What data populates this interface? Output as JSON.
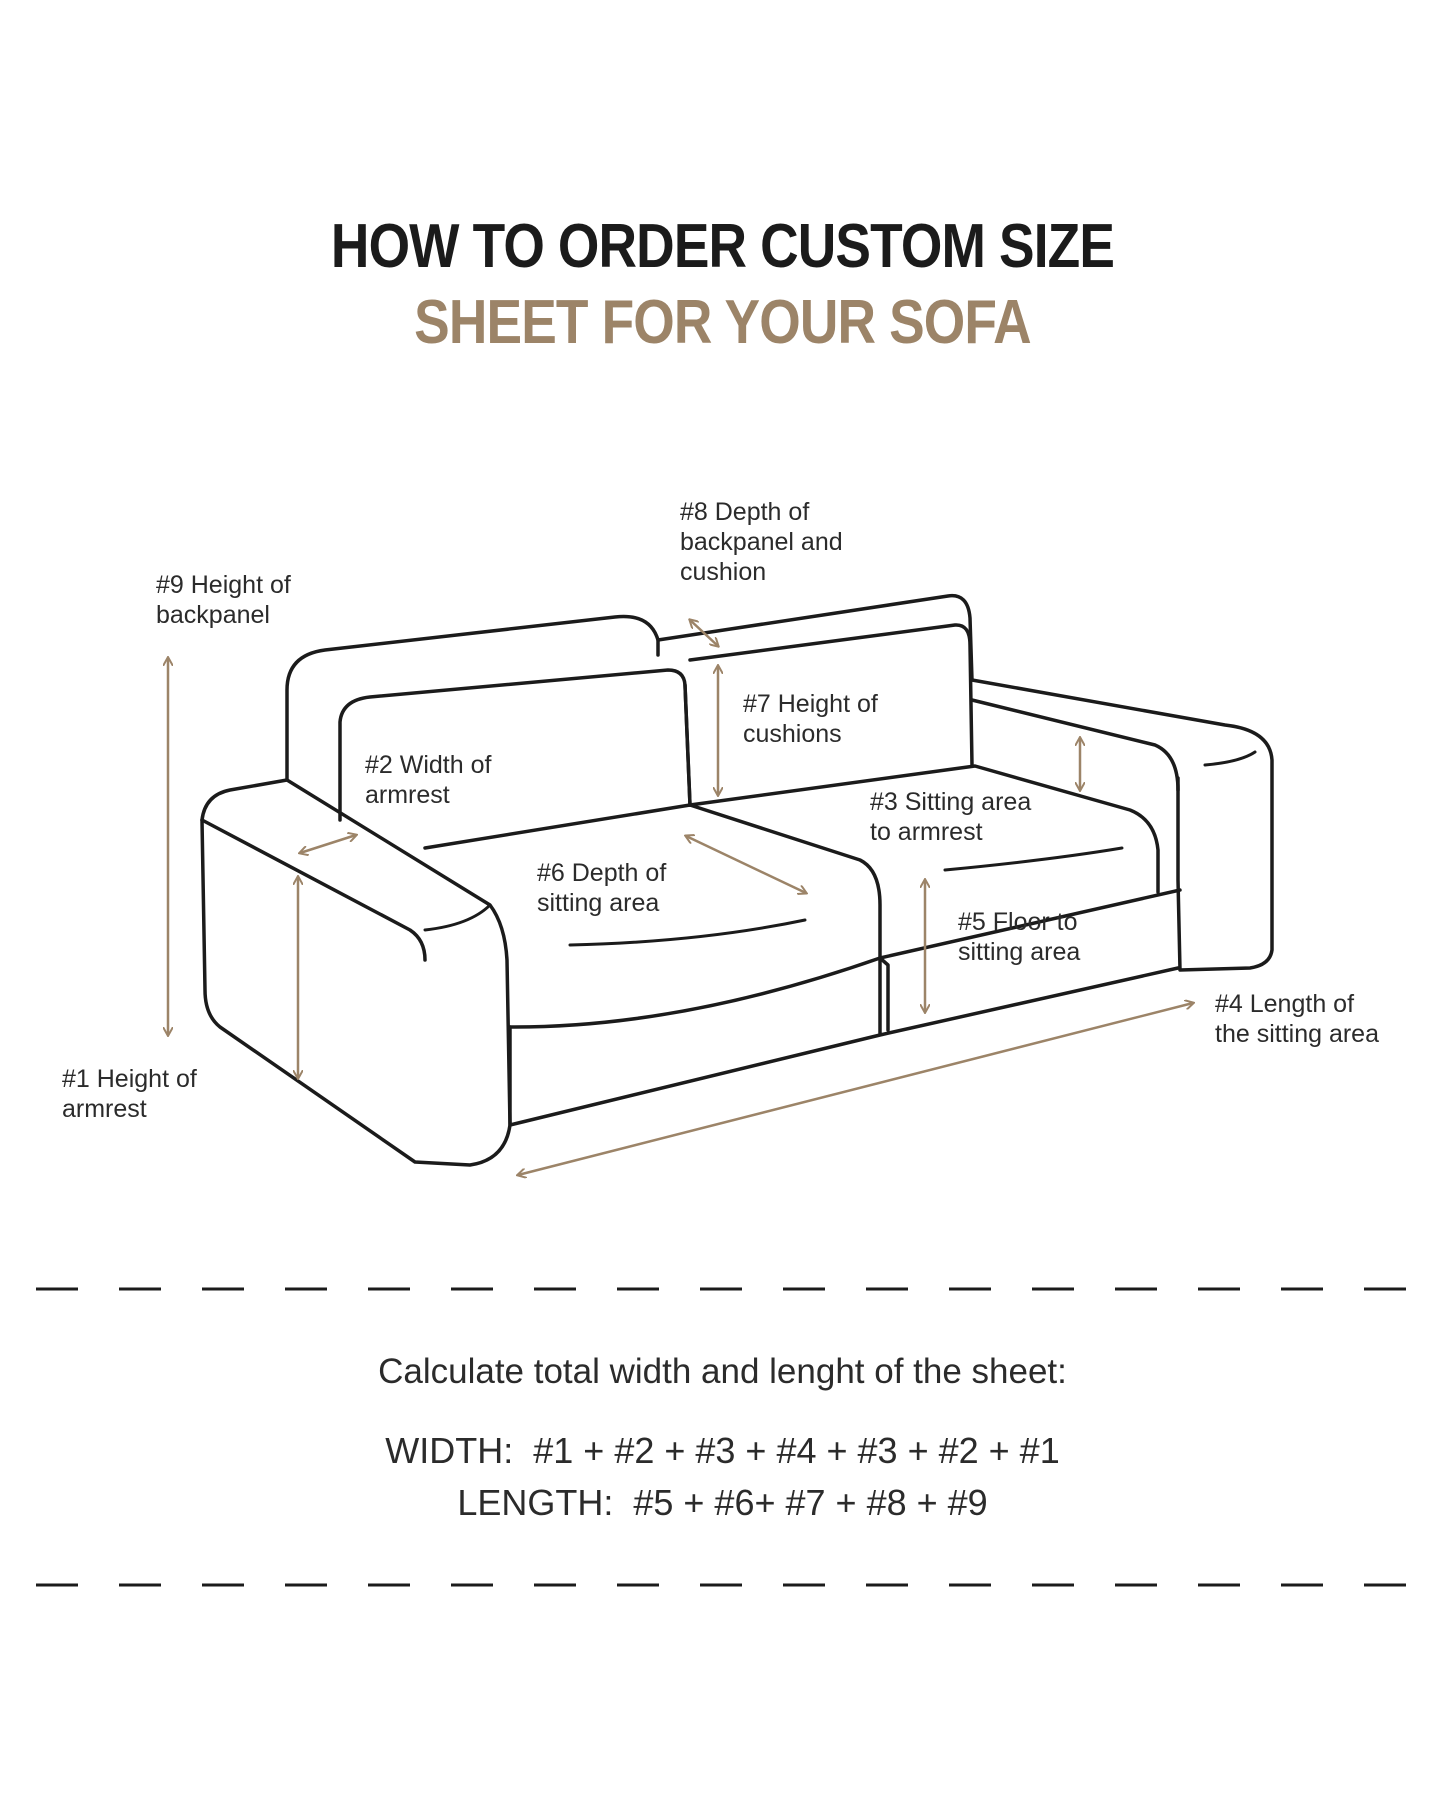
{
  "title": {
    "line1": "HOW TO ORDER CUSTOM SIZE",
    "line2": "SHEET FOR YOUR SOFA"
  },
  "labels": {
    "m1": "#1 Height of\narmrest",
    "m2": "#2 Width of\narmrest",
    "m3": "#3 Sitting area\nto armrest",
    "m4": "#4 Length of\nthe sitting area",
    "m5": "#5 Floor to\nsitting area",
    "m6": "#6 Depth of\nsitting area",
    "m7": "#7 Height of\ncushions",
    "m8": "#8 Depth of\nbackpanel and\ncushion",
    "m9": "#9 Height of\nbackpanel"
  },
  "calculation": {
    "heading": "Calculate total width and lenght of the sheet:",
    "width_label": "WIDTH:",
    "width_formula": "#1 + #2 + #3 + #4 + #3 + #2 + #1",
    "length_label": "LENGTH:",
    "length_formula": "#5 + #6+ #7 + #8 + #9"
  },
  "colors": {
    "accent": "#9c8468",
    "text": "#2b2b2b",
    "title": "#1b1b1b"
  }
}
